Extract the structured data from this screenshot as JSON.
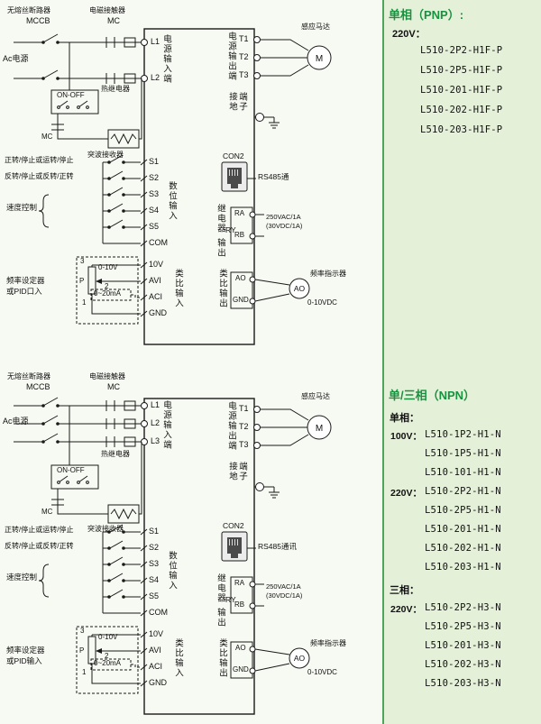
{
  "right": {
    "pnp": {
      "title": "单相（PNP）:",
      "voltage": "220V：",
      "models": [
        "L510-2P2-H1F-P",
        "L510-2P5-H1F-P",
        "L510-201-H1F-P",
        "L510-202-H1F-P",
        "L510-203-H1F-P"
      ]
    },
    "npn": {
      "title": "单/三相（NPN）",
      "single_label": "单相：",
      "three_label": "三相：",
      "single_rows": [
        {
          "prefix": "100V：",
          "model": "L510-1P2-H1-N"
        },
        {
          "prefix": "",
          "model": "L510-1P5-H1-N"
        },
        {
          "prefix": "",
          "model": "L510-101-H1-N"
        },
        {
          "prefix": "220V：",
          "model": "L510-2P2-H1-N"
        },
        {
          "prefix": "",
          "model": "L510-2P5-H1-N"
        },
        {
          "prefix": "",
          "model": "L510-201-H1-N"
        },
        {
          "prefix": "",
          "model": "L510-202-H1-N"
        },
        {
          "prefix": "",
          "model": "L510-203-H1-N"
        }
      ],
      "three_rows": [
        {
          "prefix": "220V：",
          "model": "L510-2P2-H3-N"
        },
        {
          "prefix": "",
          "model": "L510-2P5-H3-N"
        },
        {
          "prefix": "",
          "model": "L510-201-H3-N"
        },
        {
          "prefix": "",
          "model": "L510-202-H3-N"
        },
        {
          "prefix": "",
          "model": "L510-203-H3-N"
        }
      ]
    }
  },
  "d1": {
    "breaker_name": "无熔丝断路器",
    "breaker_code": "MCCB",
    "contactor_name": "电磁接触器",
    "contactor_code": "MC",
    "ac_power": "Ac电源",
    "thermal_relay": "热继电器",
    "on_off": "ON-OFF",
    "mc": "MC",
    "surge": "突波接收器",
    "power_input": "电源输入端",
    "l1": "L1",
    "l2": "L2",
    "power_output": "电源输出端",
    "t1": "T1",
    "t2": "T2",
    "t3": "T3",
    "motor_name": "感应马达",
    "motor_m": "M",
    "ground": "接地端子",
    "fwd": "正转/停止或运转/停止",
    "rev": "反转/停止或反转/正转",
    "speed": "速度控制",
    "s1": "S1",
    "s2": "S2",
    "s3": "S3",
    "s4": "S4",
    "s5": "S5",
    "com": "COM",
    "digital_input": "数位输入",
    "con2": "CON2",
    "rs485": "RS485通",
    "relay_a": "继电器",
    "relay_b": "RY",
    "relay_c": "输出",
    "ra": "RA",
    "rb": "RB",
    "rating1": "250VAC/1A",
    "rating2": "(30VDC/1A)",
    "v10": "10V",
    "avi": "AVI",
    "aci": "ACI",
    "gnd": "GND",
    "analog_input": "类比输入",
    "freq1": "频率设定器",
    "freq2": "或PID口入",
    "r010": "0-10V",
    "r020": "0~20mA",
    "p3": "3",
    "p2": "2",
    "p1": "1",
    "p": "P",
    "analog_output": "类比输出",
    "ao": "AO",
    "gnd2": "GND",
    "freq_ind": "频率指示器",
    "meter": "AO",
    "vdc": "0-10VDC"
  },
  "d2": {
    "breaker_name": "无熔丝断路器",
    "breaker_code": "MCCB",
    "contactor_name": "电磁接触器",
    "contactor_code": "MC",
    "ac_power": "Ac电源",
    "thermal_relay": "热继电器",
    "on_off": "ON-OFF",
    "mc": "MC",
    "surge": "突波接收器",
    "power_input": "电源输入端",
    "l1": "L1",
    "l2": "L2",
    "l3": "L3",
    "power_output": "电源输出端",
    "t1": "T1",
    "t2": "T2",
    "t3": "T3",
    "motor_name": "感应马达",
    "motor_m": "M",
    "ground": "接地端子",
    "fwd": "正转/停止或运转/停止",
    "rev": "反转/停止或反转/正转",
    "speed": "速度控制",
    "s1": "S1",
    "s2": "S2",
    "s3": "S3",
    "s4": "S4",
    "s5": "S5",
    "com": "COM",
    "digital_input": "数位输入",
    "con2": "CON2",
    "rs485": "RS485通讯",
    "relay_a": "继电器",
    "relay_b": "RY",
    "relay_c": "输出",
    "ra": "RA",
    "rb": "RB",
    "rating1": "250VAC/1A",
    "rating2": "(30VDC/1A)",
    "v10": "10V",
    "avi": "AVI",
    "aci": "ACI",
    "gnd": "GND",
    "analog_input": "类比输入",
    "freq1": "频率设定器",
    "freq2": "或PID输入",
    "r010": "0-10V",
    "r020": "0~20mA",
    "p3": "3",
    "p2": "2",
    "p1": "1",
    "p": "P",
    "analog_output": "类比输出",
    "ao": "AO",
    "gnd2": "GND",
    "freq_ind": "频率指示器",
    "meter": "AO",
    "vdc": "0-10VDC"
  }
}
